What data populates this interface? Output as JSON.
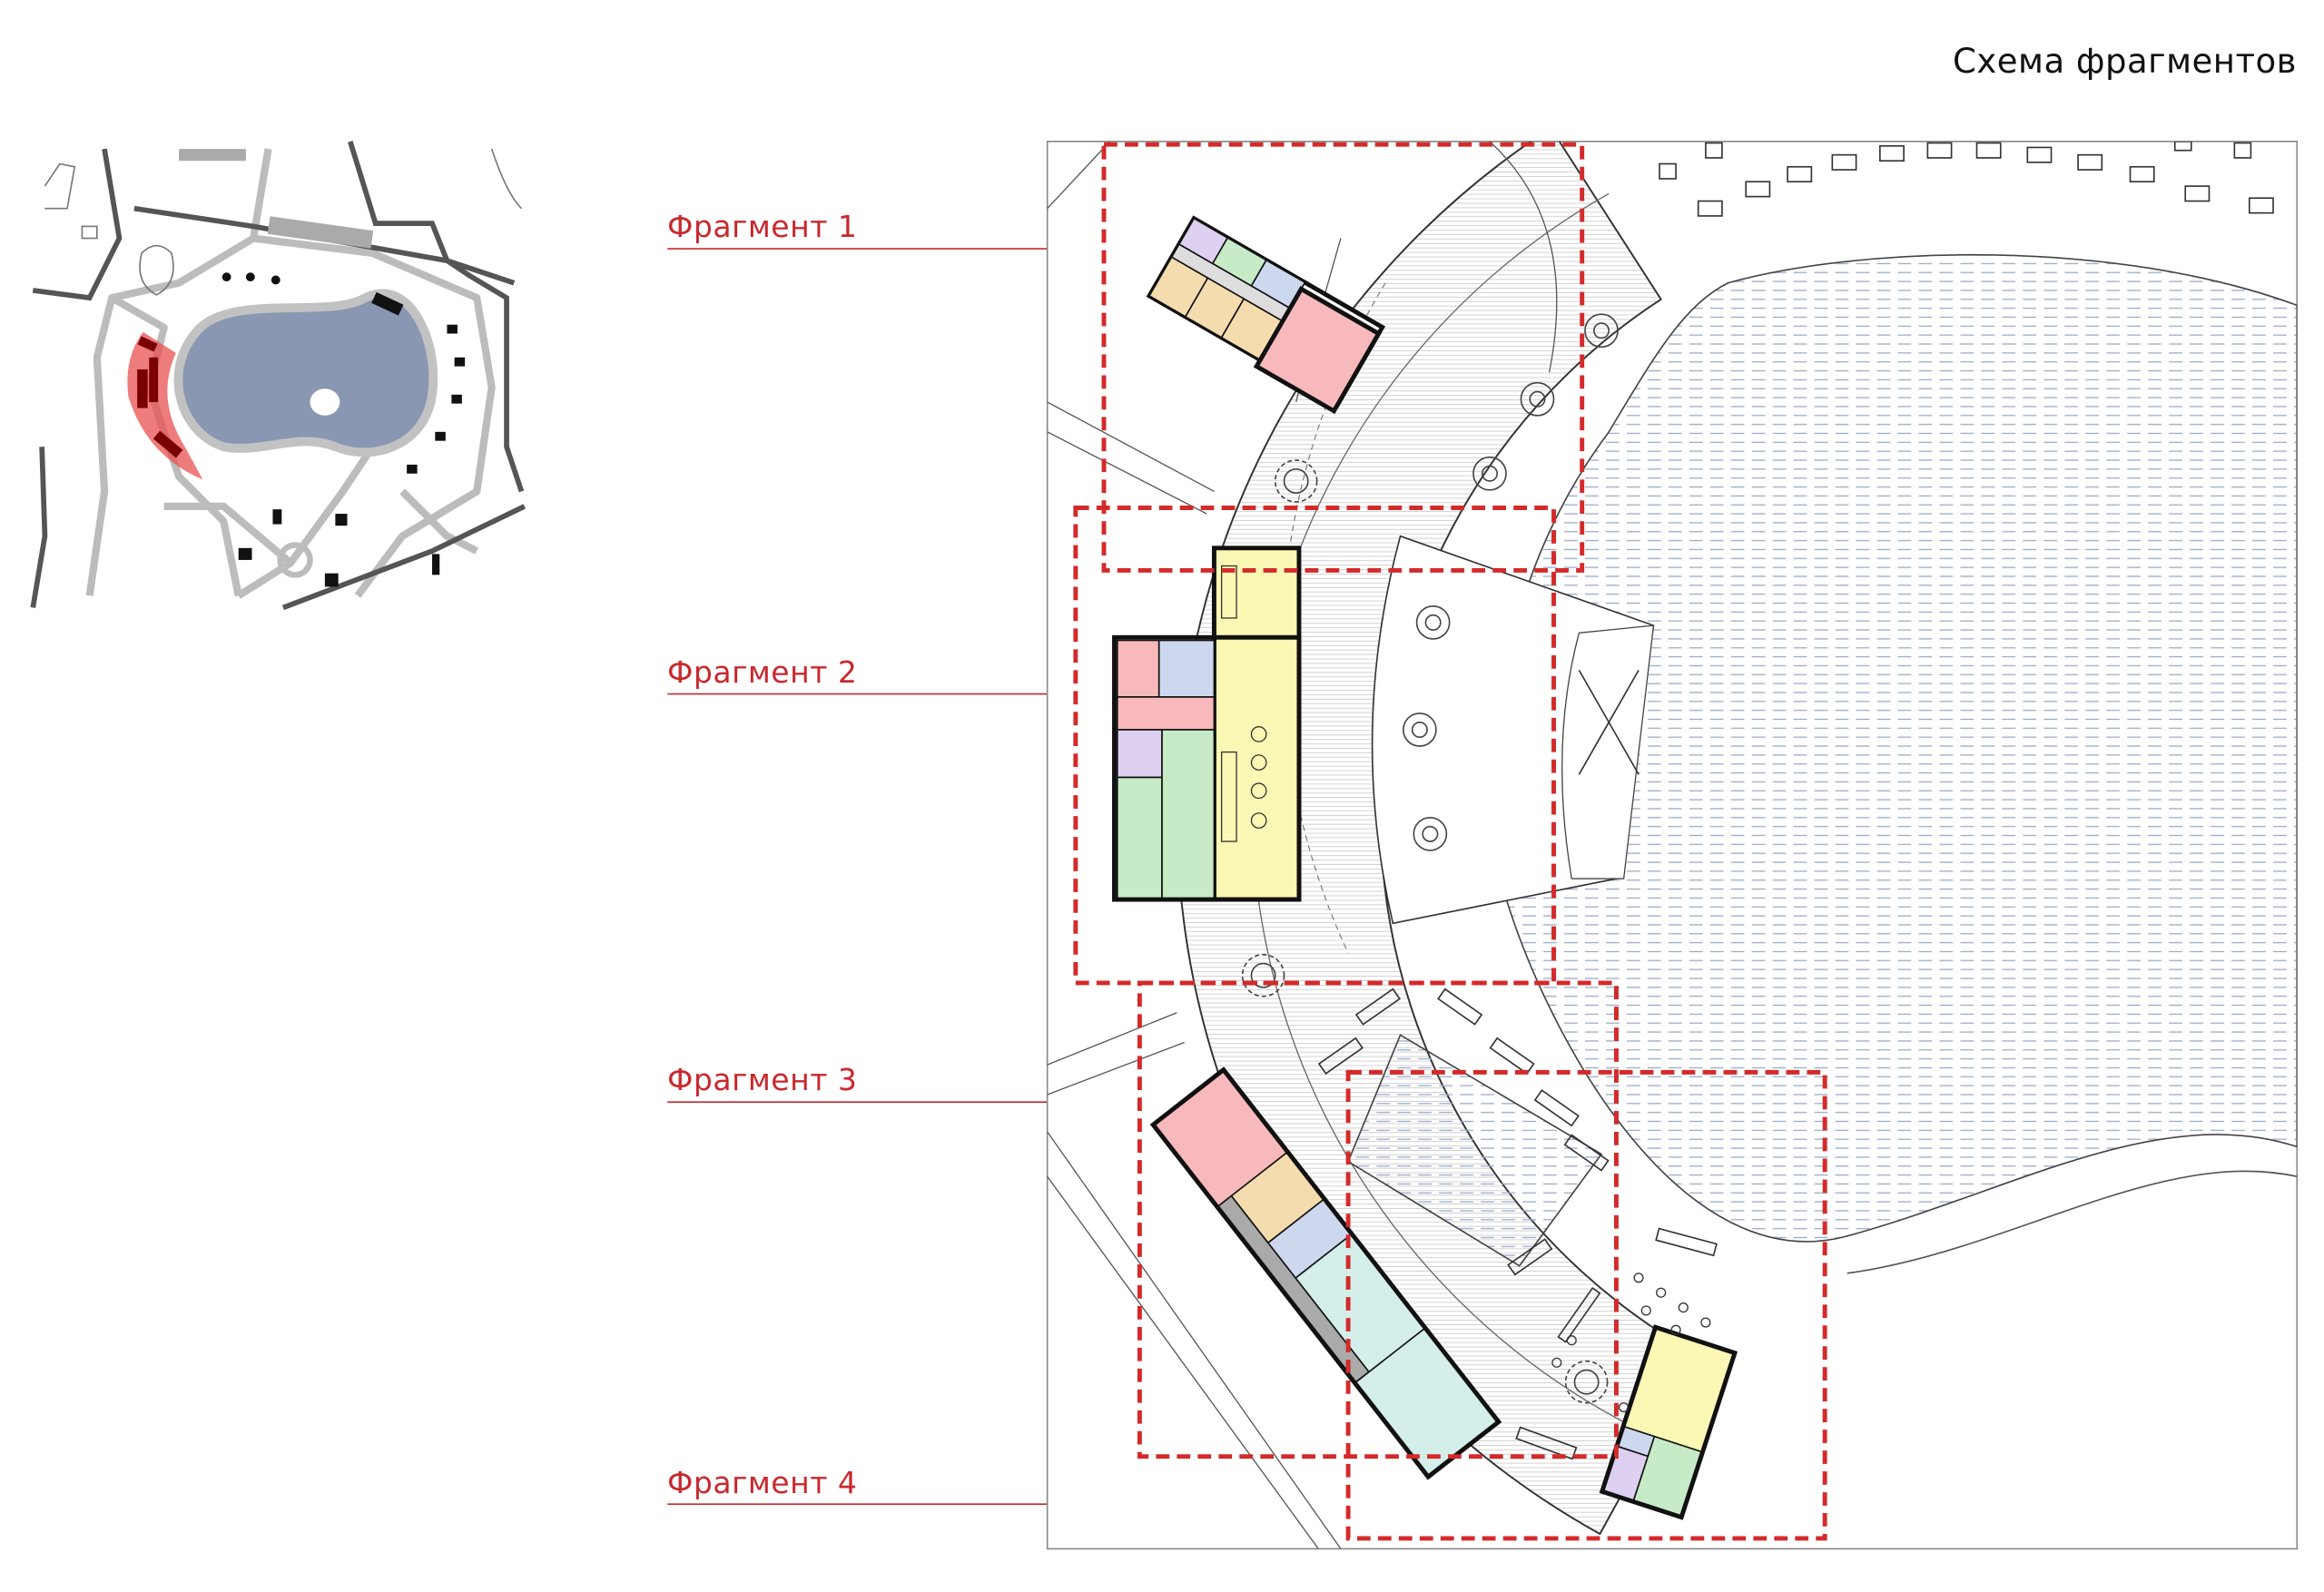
{
  "header": {
    "title": "Схема фрагментов"
  },
  "fragments": [
    {
      "label": "Фрагмент 1"
    },
    {
      "label": "Фрагмент 2"
    },
    {
      "label": "Фрагмент 3"
    },
    {
      "label": "Фрагмент 4"
    }
  ],
  "colors": {
    "accent": "#d42a2a",
    "water": "#9aabc8",
    "pool_minimap": "#8a97b3",
    "zone_pink": "#f7b9bb",
    "zone_blue": "#cdd8ef",
    "zone_green": "#c6ebc6",
    "zone_purple": "#ddd0f0",
    "zone_tan": "#f5dcae",
    "zone_yellow": "#fbf7b4",
    "zone_mint": "#d4efe9"
  }
}
